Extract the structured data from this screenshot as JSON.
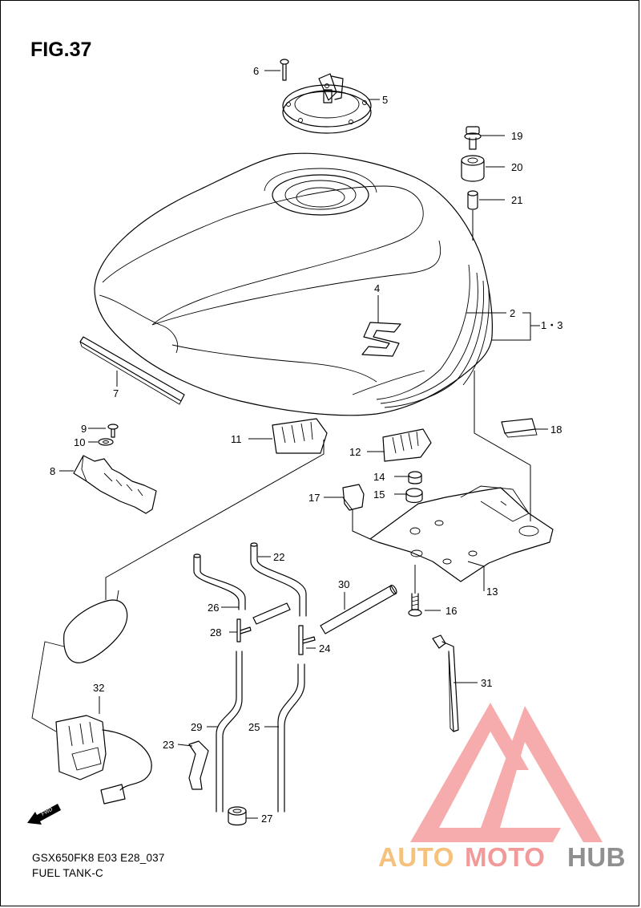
{
  "figure": {
    "title": "FIG.37",
    "model_code": "GSX650FK8 E03 E28_037",
    "name": "FUEL TANK-C"
  },
  "callouts": [
    "1・3",
    "2",
    "4",
    "5",
    "6",
    "7",
    "8",
    "9",
    "10",
    "11",
    "12",
    "13",
    "14",
    "15",
    "16",
    "17",
    "18",
    "19",
    "20",
    "21",
    "22",
    "23",
    "24",
    "25",
    "26",
    "27",
    "28",
    "29",
    "30",
    "31",
    "32"
  ],
  "fwd_marker": "FWD",
  "watermark": {
    "part1": "AUTO",
    "part2": "MOTO",
    "part3": "HUB",
    "color_part1": "#f6c17c",
    "color_part2": "#f29a9a",
    "color_part3": "#9e9e9e",
    "logo_color": "#f59e9e"
  }
}
